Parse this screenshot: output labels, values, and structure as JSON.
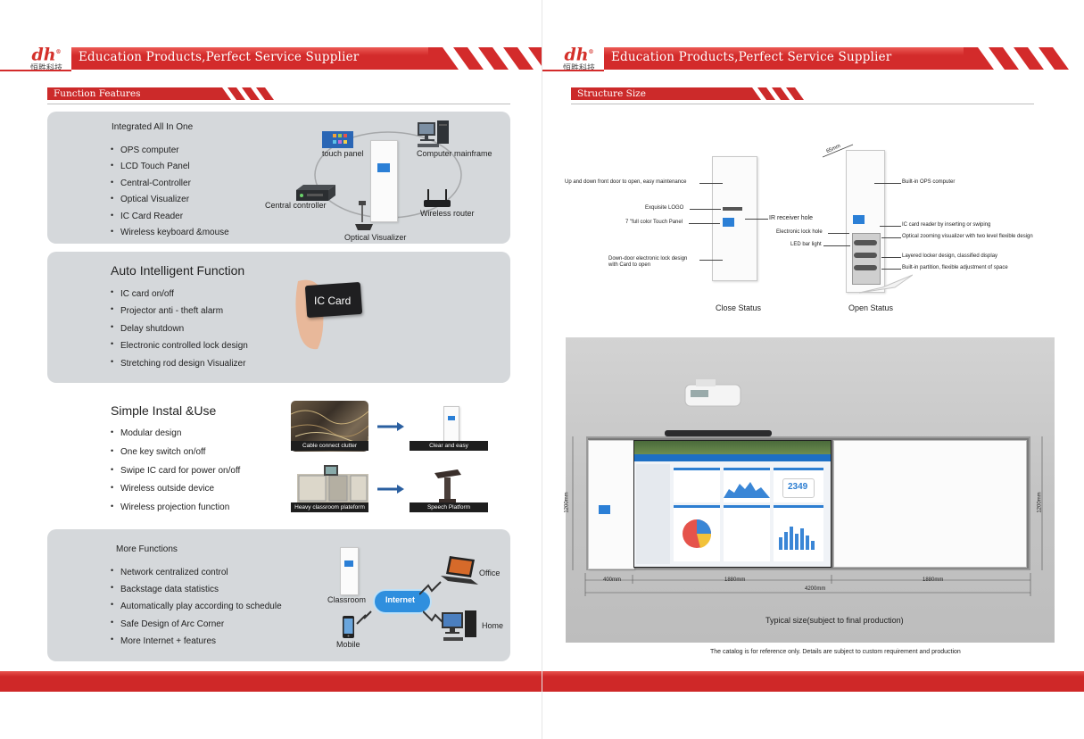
{
  "brand": {
    "logo_text": "dh",
    "logo_cn": "恒胜科技",
    "tagline": "Education Products,Perfect Service Supplier"
  },
  "colors": {
    "brand_red": "#d32b2b",
    "panel_gray": "#d5d8db"
  },
  "left": {
    "section_title": "Function Features",
    "integrated": {
      "title": "Integrated All In One",
      "items": [
        "OPS computer",
        "LCD Touch Panel",
        "Central-Controller",
        "Optical Visualizer",
        "IC Card Reader",
        "Wireless keyboard &mouse"
      ],
      "diagram": {
        "touch_panel": "touch panel",
        "computer": "Computer mainframe",
        "controller": "Central controller",
        "router": "Wireless router",
        "visualizer": "Optical Visualizer"
      }
    },
    "auto": {
      "title": "Auto Intelligent Function",
      "items": [
        "IC card on/off",
        "Projector anti - theft alarm",
        "Delay shutdown",
        "Electronic controlled lock design",
        "Stretching rod design Visualizer"
      ],
      "card_label": "IC Card"
    },
    "simple": {
      "title": "Simple Instal &Use",
      "items": [
        "Modular design",
        "One key switch on/off",
        "Swipe IC card for power on/off",
        "Wireless outside device",
        "Wireless projection function"
      ],
      "captions": [
        "Cable connect clutter",
        "Clear and easy",
        "Heavy classroom plateform",
        "Speech Platform"
      ]
    },
    "more": {
      "title": "More Functions",
      "items": [
        "Network centralized control",
        "Backstage data statistics",
        "Automatically play according to schedule",
        "Safe Design of Arc Corner",
        "More Internet + features"
      ],
      "diagram": {
        "internet": "Internet",
        "classroom": "Classroom",
        "office": "Office",
        "home": "Home",
        "mobile": "Mobile"
      }
    }
  },
  "right": {
    "section_title": "Structure Size",
    "close_annotations": [
      "Up and down front door to open, easy maintenance",
      "Exquisite LOGO",
      "7 \"full color Touch Panel",
      "IR receiver hole",
      "Down-door electronic lock design",
      "with Card to open"
    ],
    "open_annotations": [
      "Built-in OPS computer",
      "IC card reader by inserting or swiping",
      "Electronic lock hole",
      "Optical zooming visualizer with two level flexible design",
      "LED bar light",
      "Layered locker design, classified display",
      "Built-in partition, flexible adjustment of space"
    ],
    "depth_label": "65mm",
    "close_status": "Close Status",
    "open_status": "Open Status",
    "dims": {
      "d400": "400mm",
      "d1880a": "1880mm",
      "d1880b": "1880mm",
      "d4200": "4200mm",
      "h1200a": "1200mm",
      "h1200b": "1200mm"
    },
    "screen_number": "2349",
    "typical": "Typical size(subject to final production)",
    "disclaimer": "The catalog is for reference only. Details are subject to custom requirement and production"
  }
}
